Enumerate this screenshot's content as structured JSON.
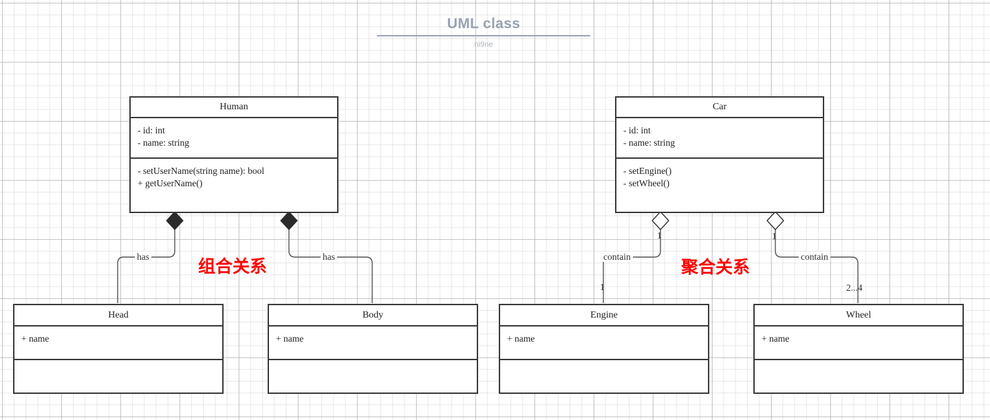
{
  "header": {
    "title": "UML class",
    "subtitle": "ni9ne"
  },
  "colors": {
    "annotation_red": "#ff0000",
    "box_border": "#3a3a3a",
    "title_gray": "#98a2b3",
    "grid_line": "#cccccc"
  },
  "classes": [
    {
      "id": "human",
      "name": "Human",
      "attributes": [
        "- id: int",
        "- name: string"
      ],
      "methods": [
        "- setUserName(string name): bool",
        "+ getUserName()"
      ]
    },
    {
      "id": "car",
      "name": "Car",
      "attributes": [
        "- id: int",
        "- name: string"
      ],
      "methods": [
        "- setEngine()",
        "- setWheel()"
      ]
    },
    {
      "id": "head",
      "name": "Head",
      "attributes": [
        "+ name"
      ],
      "methods": []
    },
    {
      "id": "body",
      "name": "Body",
      "attributes": [
        "+ name"
      ],
      "methods": []
    },
    {
      "id": "engine",
      "name": "Engine",
      "attributes": [
        "+ name"
      ],
      "methods": []
    },
    {
      "id": "wheel",
      "name": "Wheel",
      "attributes": [
        "+ name"
      ],
      "methods": []
    }
  ],
  "relationships": [
    {
      "id": "human-head",
      "from": "Human",
      "to": "Head",
      "kind": "composition",
      "marker": "filled-diamond",
      "label": "has",
      "source_multiplicity": "",
      "target_multiplicity": ""
    },
    {
      "id": "human-body",
      "from": "Human",
      "to": "Body",
      "kind": "composition",
      "marker": "filled-diamond",
      "label": "has",
      "source_multiplicity": "",
      "target_multiplicity": ""
    },
    {
      "id": "car-engine",
      "from": "Car",
      "to": "Engine",
      "kind": "aggregation",
      "marker": "hollow-diamond",
      "label": "contain",
      "source_multiplicity": "1",
      "target_multiplicity": "1"
    },
    {
      "id": "car-wheel",
      "from": "Car",
      "to": "Wheel",
      "kind": "aggregation",
      "marker": "hollow-diamond",
      "label": "contain",
      "source_multiplicity": "1",
      "target_multiplicity": "2...4"
    }
  ],
  "annotations": [
    {
      "id": "composition-note",
      "text": "组合关系"
    },
    {
      "id": "aggregation-note",
      "text": "聚合关系"
    }
  ]
}
